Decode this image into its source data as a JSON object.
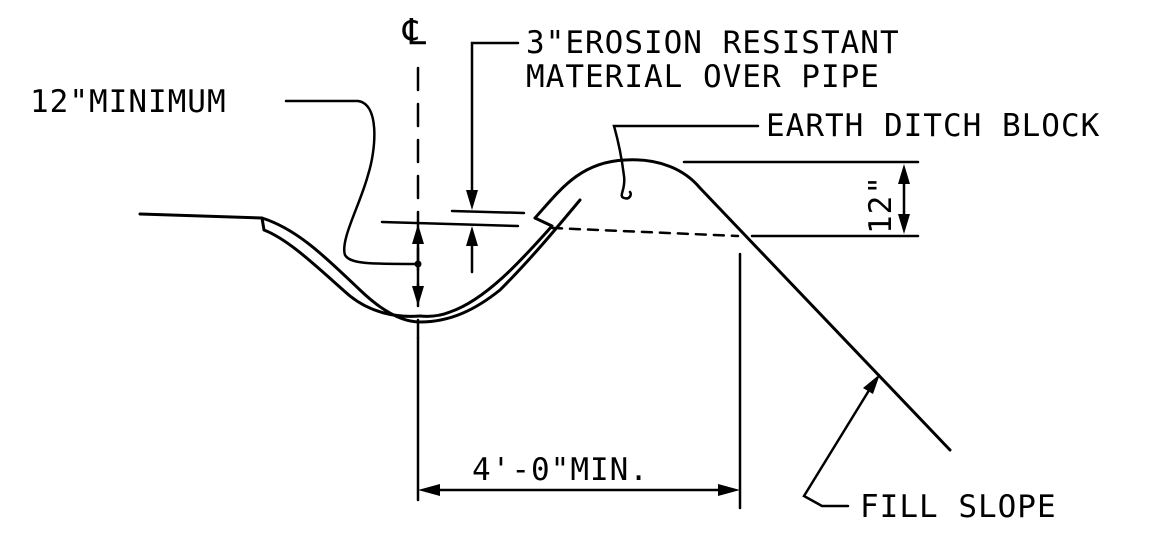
{
  "labels": {
    "centerline": "℄",
    "erosion_line1": "3\"EROSION RESISTANT",
    "erosion_line2": "MATERIAL OVER PIPE",
    "minimum_12": "12\"MINIMUM",
    "ditch_block": "EARTH DITCH BLOCK",
    "height_12": "12\"",
    "width_min": "4'-0\"MIN.",
    "fill_slope": "FILL SLOPE"
  }
}
